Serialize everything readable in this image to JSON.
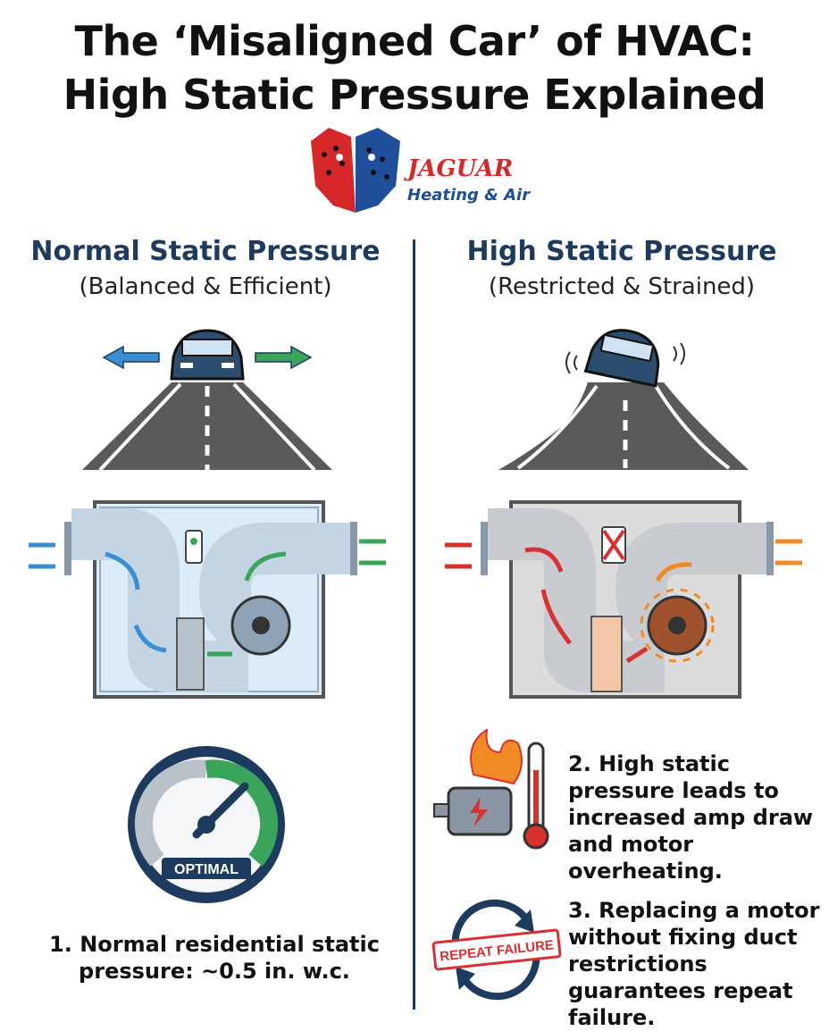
{
  "title": {
    "line1": "The ‘Misaligned Car’ of HVAC:",
    "line2": "High Static Pressure Explained"
  },
  "logo": {
    "name": "JAGUAR",
    "tagline": "Heating & Air"
  },
  "left": {
    "heading": "Normal Static Pressure",
    "subheading": "(Balanced & Efficient)",
    "gauge_label": "OPTIMAL",
    "caption": "1. Normal residential static pressure: ~0.5 in. w.c."
  },
  "right": {
    "heading": "High Static Pressure",
    "subheading": "(Restricted & Strained)",
    "point2": "2. High static pressure leads to increased amp draw and motor overheating.",
    "point3": "3. Replacing a motor without fixing duct restrictions guarantees repeat failure.",
    "stamp": "REPEAT FAILURE"
  },
  "colors": {
    "navy": "#1d3a5f",
    "normal_flow": "#3b8fd0",
    "outflow_green": "#3aa55a",
    "restricted_red": "#d93030",
    "restricted_orange": "#f08a24"
  },
  "icons": [
    "jaguar-logo-icon",
    "car-icon",
    "road-icon",
    "duct-system-icon",
    "blower-fan-icon",
    "pressure-gauge-icon",
    "overheating-motor-icon",
    "thermometer-icon",
    "repeat-cycle-icon"
  ]
}
